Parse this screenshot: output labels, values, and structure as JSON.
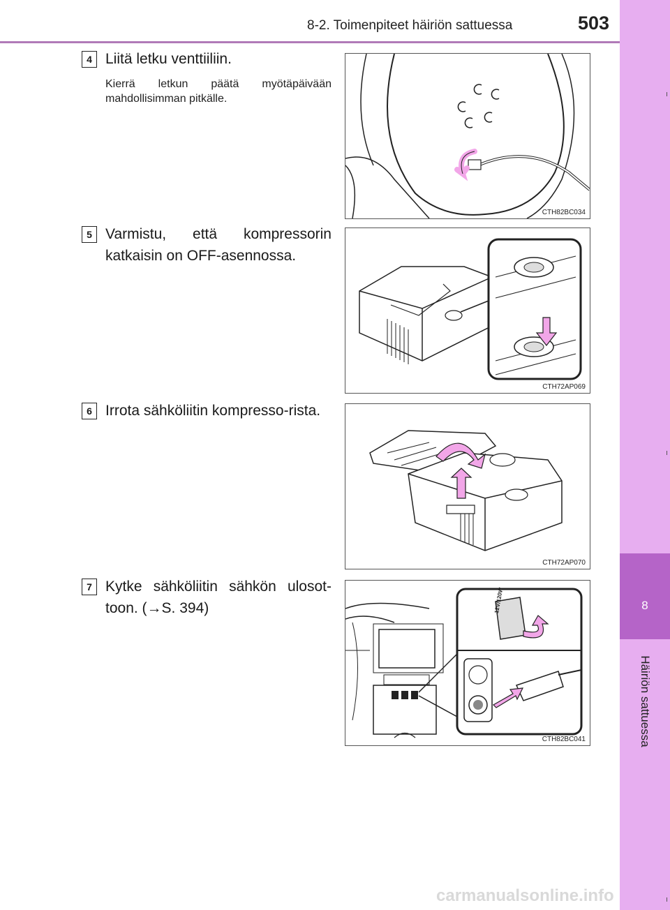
{
  "header": {
    "section_title": "8-2. Toimenpiteet häiriön sattuessa",
    "page_number": "503"
  },
  "side_tab": {
    "chapter_number": "8",
    "chapter_label": "Häiriön sattuessa"
  },
  "steps": [
    {
      "number": "4",
      "text": "Liitä letku venttiiliin.",
      "subtext": "Kierrä letkun päätä myötäpäivään mahdollisimman pitkälle.",
      "figure_code": "CTH82BC034"
    },
    {
      "number": "5",
      "text": "Varmistu, että kompressorin katkaisin on OFF-asennossa.",
      "figure_code": "CTH72AP069"
    },
    {
      "number": "6",
      "text": "Irrota sähköliitin kompresso-rista.",
      "figure_code": "CTH72AP070"
    },
    {
      "number": "7",
      "text": "Kytke sähköliitin sähkön ulosot-toon. (→S. 394)",
      "figure_code": "CTH82BC041",
      "socket_label": "12V/120W"
    }
  ],
  "watermark": "carmanualsonline.info",
  "colors": {
    "accent_purple": "#b564c8",
    "tab_pink": "#e7aef0",
    "arrow_pink": "#f2a6e8",
    "rule": "#b07ab8"
  }
}
